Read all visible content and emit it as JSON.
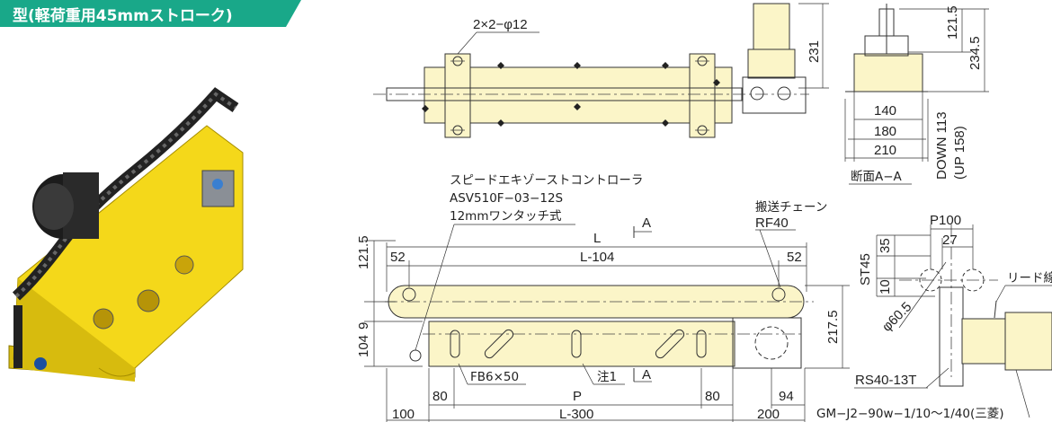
{
  "header": {
    "title": "型(軽荷重用45mmストローク)",
    "color": "#19a889"
  },
  "photo": {
    "description_icon": "conveyor-product-photo",
    "body_color": "#f4d81a"
  },
  "top_view": {
    "holes": "2×2−φ12",
    "height_231": "231"
  },
  "section": {
    "dim_121_5": "121.5",
    "dim_234_5": "234.5",
    "dim_140": "140",
    "dim_180": "180",
    "dim_210": "210",
    "down": "DOWN 113",
    "up": "(UP 158)",
    "caption": "断面A−A"
  },
  "front_view": {
    "controller_line1": "スピードエキゾーストコントローラ",
    "controller_line2": "ASV510F−03−12S",
    "controller_line3": "12mmワンタッチ式",
    "section_mark_top": "A",
    "section_mark_bottom": "A",
    "chain_line1": "搬送チェーン",
    "chain_line2": "RF40",
    "L": "L",
    "L_104": "L-104",
    "d52_left": "52",
    "d52_right": "52",
    "d121_5": "121.5",
    "d9": "9",
    "d104": "104",
    "d217_5": "217.5",
    "fb": "FB6×50",
    "note": "注1",
    "d80_left": "80",
    "P": "P",
    "d80_right": "80",
    "d94": "94",
    "d100": "100",
    "L_300": "L-300",
    "d200": "200"
  },
  "side_view": {
    "P100": "P100",
    "d27": "27",
    "d35": "35",
    "ST45": "ST45",
    "d10": "10",
    "phi60_5": "φ60.5",
    "lead": "リード線",
    "sprocket": "RS40-13T",
    "motor": "GM−J2−90w−1/10〜1/40(三菱)"
  }
}
